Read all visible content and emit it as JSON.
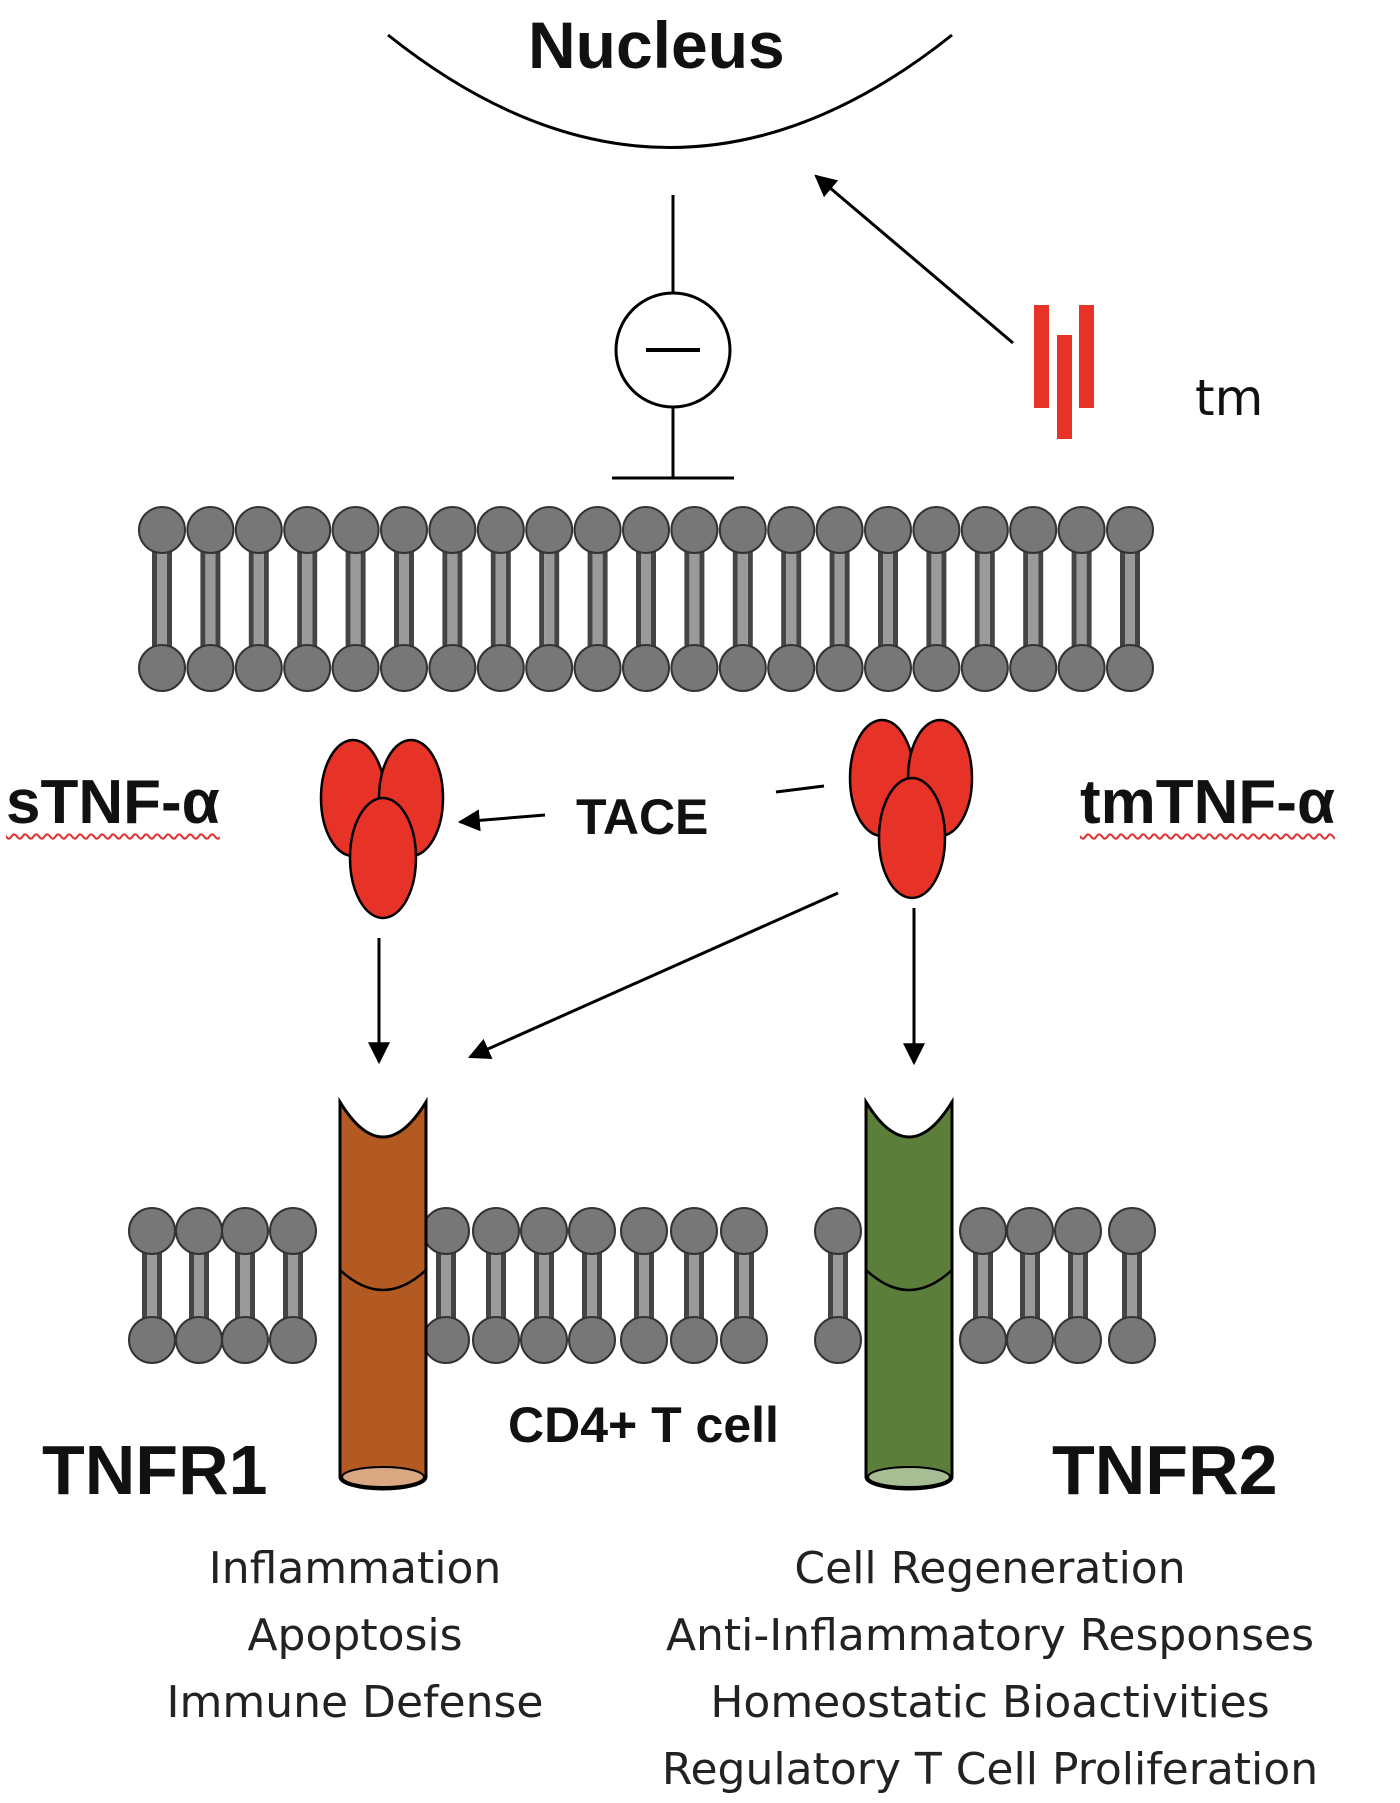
{
  "labels": {
    "nucleus": "Nucleus",
    "tm": "tm",
    "stnf": "sTNF-α",
    "tmtnf": "tmTNF-α",
    "tace": "TACE",
    "tnfr1": "TNFR1",
    "tnfr2": "TNFR2",
    "cell": "CD4+ T cell"
  },
  "tnfr1_effects": [
    "Inflammation",
    "Apoptosis",
    "Immune Defense"
  ],
  "tnfr2_effects": [
    "Cell Regeneration",
    "Anti-Inflammatory Responses",
    "Homeostatic Bioactivities",
    "Regulatory T Cell Proliferation"
  ],
  "colors": {
    "tnf": "#e63227",
    "tnfr1": "#b35a22",
    "tnfr2": "#5b7f3b",
    "lipid": "#777777"
  }
}
